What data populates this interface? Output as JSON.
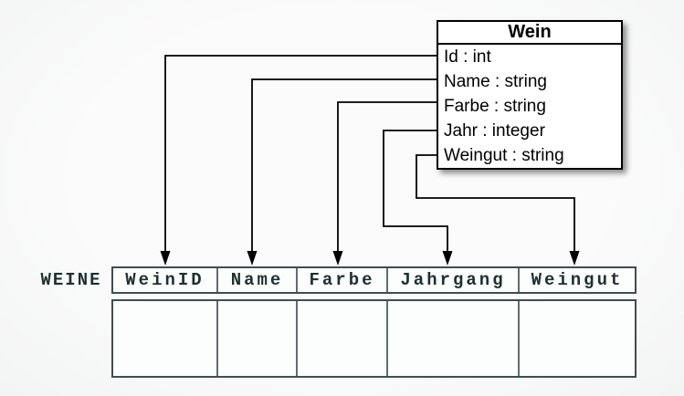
{
  "diagram": {
    "class_box": {
      "title": "Wein",
      "attributes": [
        "Id : int",
        "Name : string",
        "Farbe : string",
        "Jahr : integer",
        "Weingut : string"
      ]
    },
    "table": {
      "label": "WEINE",
      "columns": [
        "WeinID",
        "Name",
        "Farbe",
        "Jahrgang",
        "Weingut"
      ],
      "body_rows": 1
    },
    "mappings": [
      {
        "from": "Id",
        "to": "WeinID"
      },
      {
        "from": "Name",
        "to": "Name"
      },
      {
        "from": "Farbe",
        "to": "Farbe"
      },
      {
        "from": "Jahr",
        "to": "Jahrgang"
      },
      {
        "from": "Weingut",
        "to": "Weingut"
      }
    ],
    "colors": {
      "background": "#f8f8f8",
      "class_border": "#000000",
      "class_fill": "#ffffff",
      "connector": "#000000",
      "table_border": "#3e4e4e",
      "table_divider": "#5f6e6e",
      "table_fill": "#fcfdfd",
      "table_text": "#1f3030"
    }
  }
}
